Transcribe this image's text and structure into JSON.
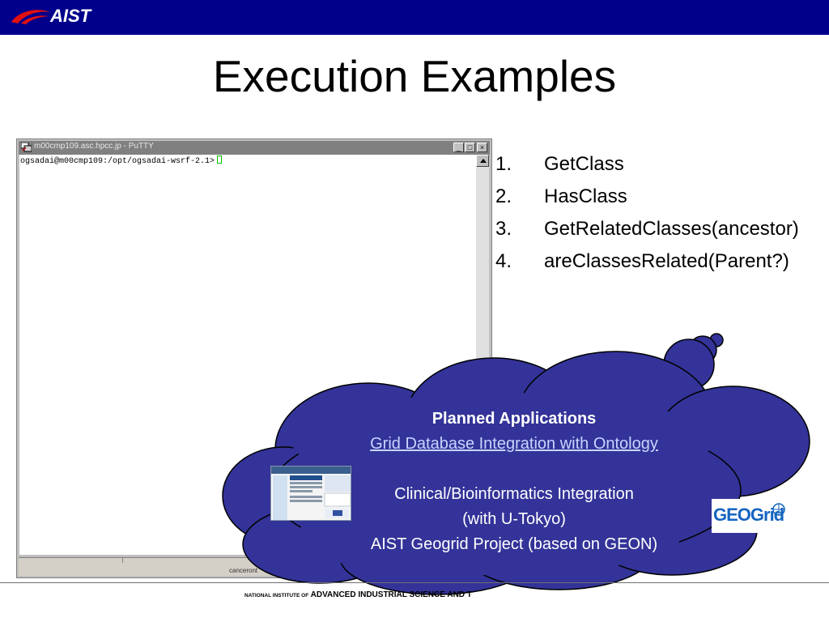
{
  "slide": {
    "title": "Execution Examples",
    "brand": "AIST",
    "footer_prefix": "NATIONAL INSTITUTE OF",
    "footer_main": "ADVANCED INDUSTRIAL SCIENCE AND T"
  },
  "putty": {
    "title": "m00cmp109.asc.hpcc.jp - PuTTY",
    "prompt": "ogsadai@m00cmp109:/opt/ogsadai-wsrf-2.1>",
    "minimize_glyph": "_",
    "maximize_glyph": "□",
    "close_glyph": "×",
    "status_label": "canceront"
  },
  "steps": [
    {
      "num": "1.",
      "text": "GetClass"
    },
    {
      "num": "2.",
      "text": "HasClass"
    },
    {
      "num": "3.",
      "text": "GetRelatedClasses(ancestor)"
    },
    {
      "num": "4.",
      "text": "areClassesRelated(Parent?)"
    }
  ],
  "cloud": {
    "heading": "Planned Applications",
    "link": "Grid Database Integration with Ontology",
    "line1": "Clinical/Bioinformatics Integration",
    "line2": "(with U-Tokyo)",
    "line3": "AIST Geogrid Project (based on GEON)",
    "fill_color": "#333399",
    "logo_text": "GEOGrid"
  },
  "colors": {
    "topbar": "#00008b",
    "cloud_fill": "#333399"
  }
}
